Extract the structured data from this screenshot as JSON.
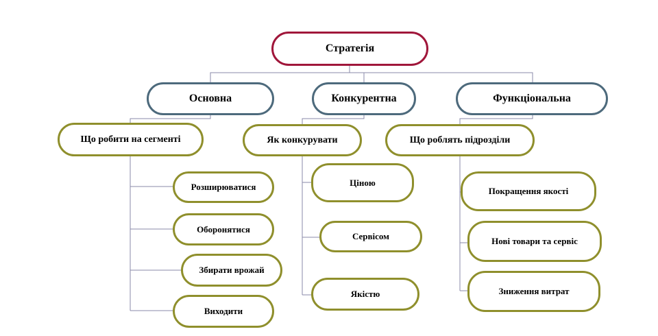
{
  "colors": {
    "root_border": "#a0163a",
    "level1_border": "#4d6a7c",
    "level2_border": "#8f8f2c",
    "connector": "#8a8aa8"
  },
  "root": {
    "label": "Стратегія"
  },
  "level1": [
    {
      "label": "Основна"
    },
    {
      "label": "Конкурентна"
    },
    {
      "label": "Функціональна"
    }
  ],
  "level2": [
    {
      "label": "Що робити на сегменті",
      "children": [
        {
          "label": "Розширюватися"
        },
        {
          "label": "Оборонятися"
        },
        {
          "label": "Збирати врожай"
        },
        {
          "label": "Виходити"
        }
      ]
    },
    {
      "label": "Як конкурувати",
      "children": [
        {
          "label": "Ціною"
        },
        {
          "label": "Сервісом"
        },
        {
          "label": "Якістю"
        }
      ]
    },
    {
      "label": "Що роблять підрозділи",
      "children": [
        {
          "label": "Покращення якості"
        },
        {
          "label": "Нові товари та сервіс"
        },
        {
          "label": "Зниження витрат"
        }
      ]
    }
  ]
}
